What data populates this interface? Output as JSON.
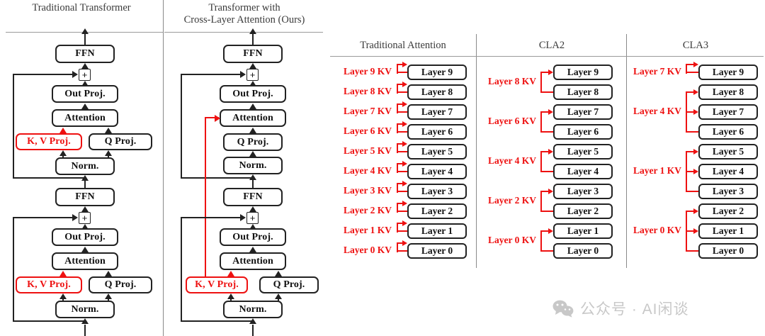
{
  "figure": {
    "left_panel": {
      "columns": [
        {
          "title": "Traditional Transformer"
        },
        {
          "title_line1": "Transformer with",
          "title_line2": "Cross-Layer Attention (Ours)"
        }
      ],
      "node_labels": {
        "ffn": "FFN",
        "plus": "+",
        "out_proj": "Out Proj.",
        "attention": "Attention",
        "kv_proj": "K, V Proj.",
        "q_proj": "Q Proj.",
        "norm": "Norm."
      }
    },
    "right_panel": {
      "columns": [
        {
          "title": "Traditional Attention",
          "boxes": [
            "Layer 9",
            "Layer 8",
            "Layer 7",
            "Layer 6",
            "Layer 5",
            "Layer 4",
            "Layer 3",
            "Layer 2",
            "Layer 1",
            "Layer 0"
          ],
          "kv_labels": [
            "Layer 9 KV",
            "Layer 8 KV",
            "Layer 7 KV",
            "Layer 6 KV",
            "Layer 5 KV",
            "Layer 4 KV",
            "Layer 3 KV",
            "Layer 2 KV",
            "Layer 1 KV",
            "Layer 0 KV"
          ],
          "group_size": 1
        },
        {
          "title": "CLA2",
          "boxes": [
            "Layer 9",
            "Layer 8",
            "Layer 7",
            "Layer 6",
            "Layer 5",
            "Layer 4",
            "Layer 3",
            "Layer 2",
            "Layer 1",
            "Layer 0"
          ],
          "kv_labels": [
            "Layer 8 KV",
            "Layer 6 KV",
            "Layer 4 KV",
            "Layer 2 KV",
            "Layer 0 KV"
          ],
          "group_size": 2
        },
        {
          "title": "CLA3",
          "boxes": [
            "Layer 9",
            "Layer 8",
            "Layer 7",
            "Layer 6",
            "Layer 5",
            "Layer 4",
            "Layer 3",
            "Layer 2",
            "Layer 1",
            "Layer 0"
          ],
          "kv_labels": [
            "Layer 7 KV",
            "Layer 4 KV",
            "Layer 1 KV",
            "Layer 0 KV"
          ],
          "group_size": 3
        }
      ]
    },
    "colors": {
      "accent_red": "#ee1111",
      "line_black": "#222222",
      "divider_gray": "#8a8a8a",
      "watermark_gray": "#c8c8c8"
    }
  },
  "watermark": {
    "icon": "wechat-icon",
    "text": "公众号 · AI闲谈"
  }
}
